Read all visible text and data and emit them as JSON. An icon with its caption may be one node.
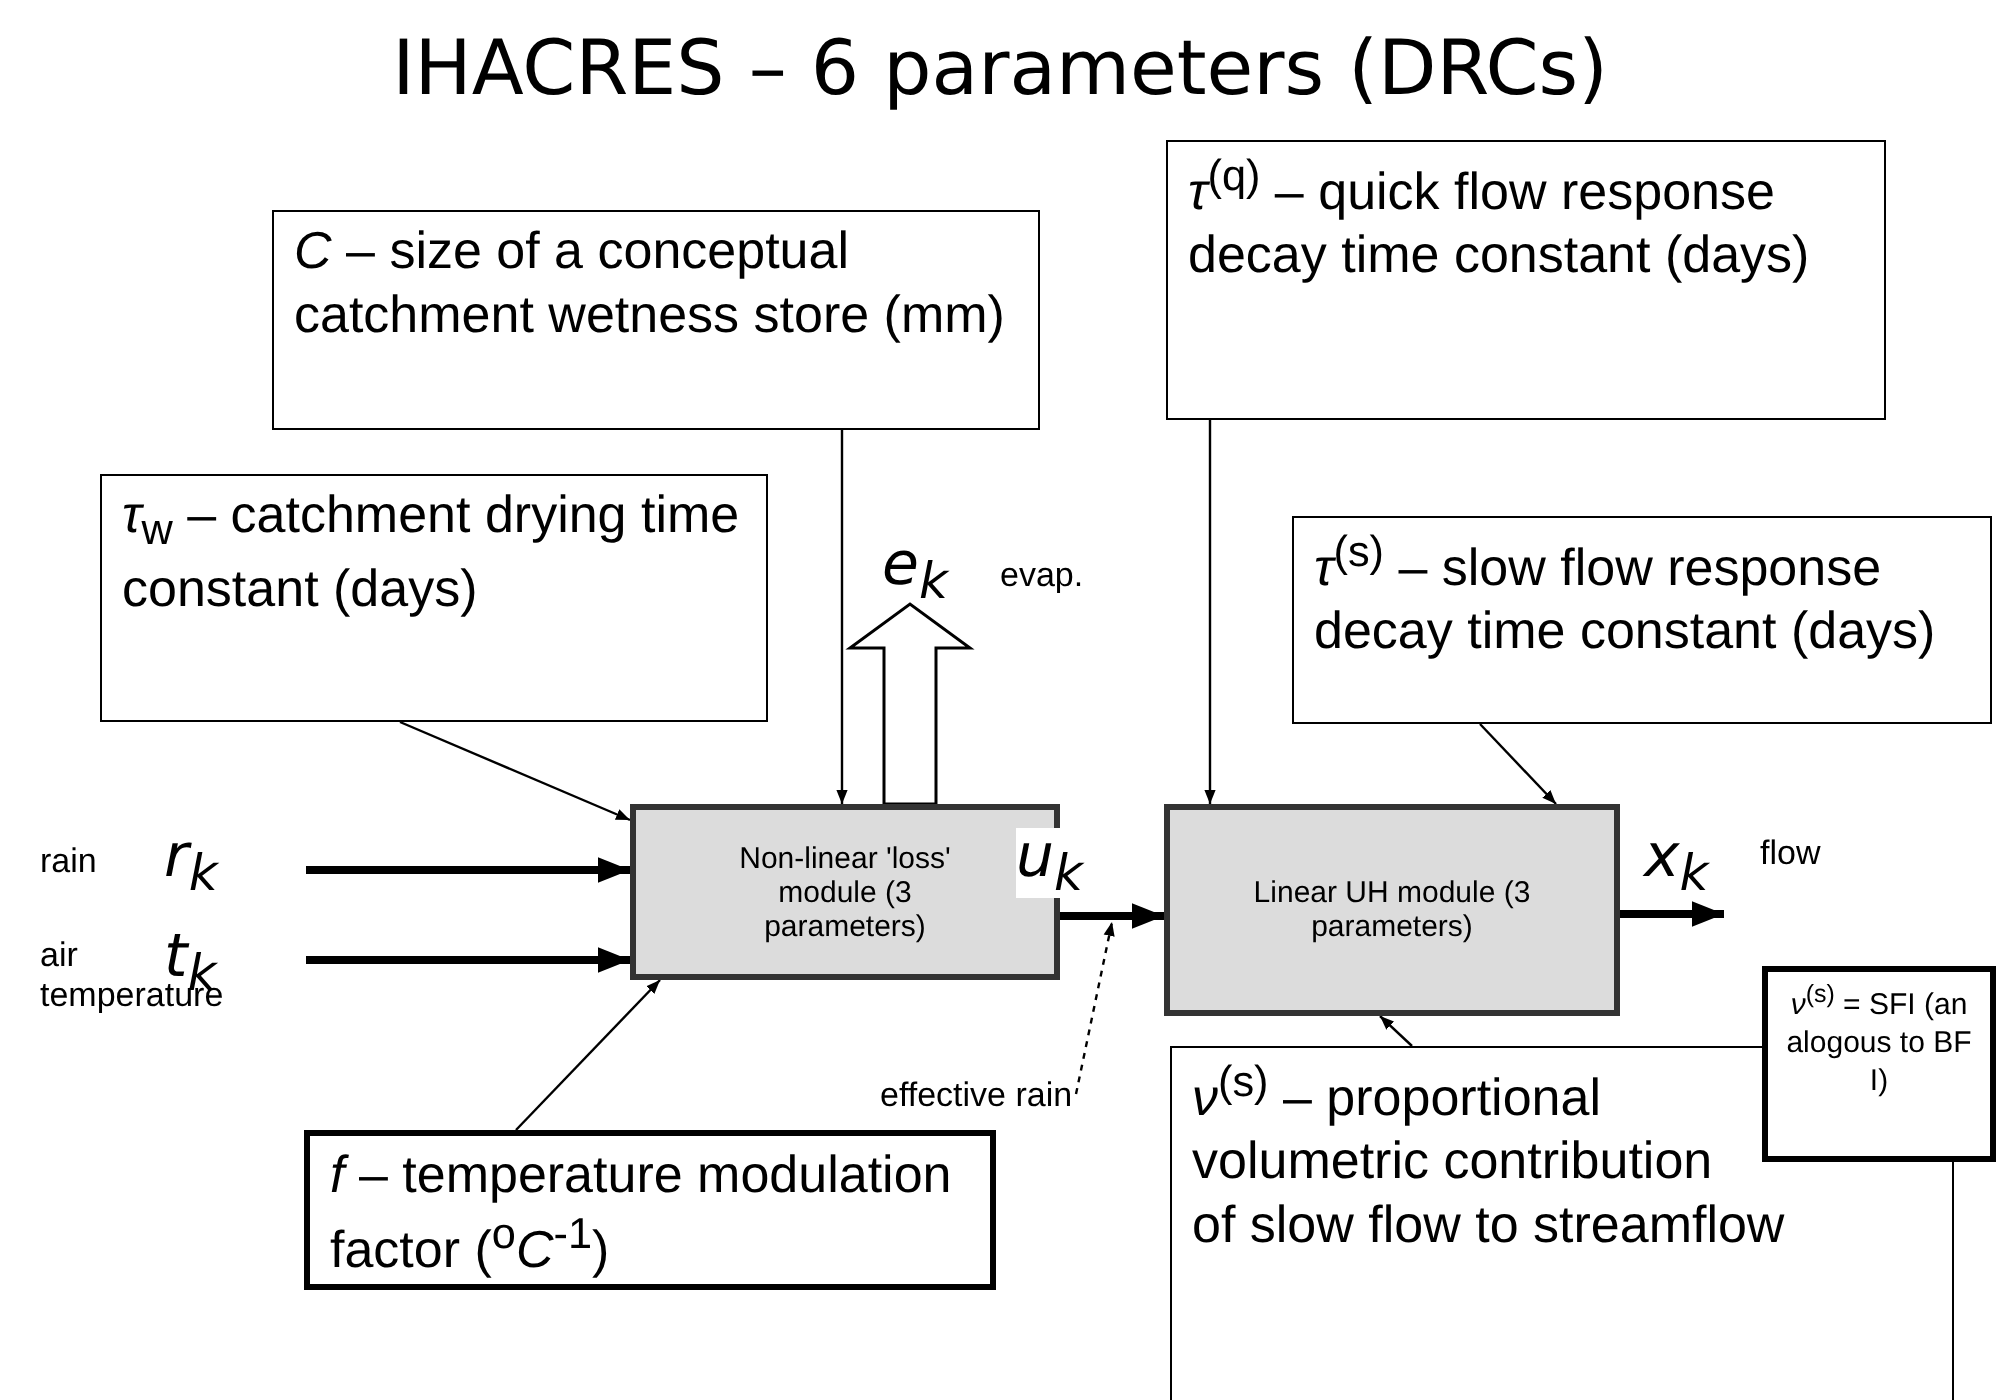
{
  "diagram": {
    "title": "IHACRES – 6 parameters (DRCs)",
    "nodes": [
      {
        "text": [
          "*C* – size of a conceptual catchment wetness store (mm)"
        ]
      },
      {
        "text": [
          "*τ*$^{(q)}$ – quick flow response decay time constant (days)"
        ]
      },
      {
        "text": [
          "*τ*$_{w}$ – catchment drying time constant (days)"
        ]
      },
      {
        "text": [
          "*τ*$^{(s)}$ – slow flow response decay time constant (days)"
        ]
      },
      {
        "text": [
          "Non-linear 'loss' module (3 parameters)"
        ]
      },
      {
        "text": [
          "Linear UH module (3 parameters)"
        ]
      },
      {
        "text": [
          "*f* – temperature modulation factor ($^{o}$*C*$^{-1}$)"
        ]
      },
      {
        "text": [
          "*ν*$^{(s)}$ – proportional volumetric contribution of slow flow to streamflow"
        ]
      },
      {
        "text": [
          "*ν*$^{(s)}$ = SFI (analogous to BFI)"
        ]
      },
      {
        "text": [
          "rain",
          "r$_{k}$"
        ]
      },
      {
        "text": [
          "air temperature",
          "t$_{k}$"
        ]
      },
      {
        "text": [
          "e$_{k}$",
          "evap."
        ]
      },
      {
        "text": [
          "flow"
        ]
      },
      {
        "text": [
          "effective rain"
        ]
      }
    ],
    "edges": [
      {
        "from": 9,
        "to": 4,
        "arrow": "to",
        "style": "thick"
      },
      {
        "from": 10,
        "to": 4,
        "arrow": "to",
        "style": "thick"
      },
      {
        "from": 4,
        "to": 11,
        "arrow": "to",
        "style": "thick"
      },
      {
        "from": 4,
        "to": 5,
        "arrow": "to",
        "style": "thick",
        "label": "u$_{k}$"
      },
      {
        "from": 5,
        "to": 12,
        "arrow": "to",
        "style": "thick",
        "label": "x$_{k}$"
      },
      {
        "from": 13,
        "to": null,
        "arrow": "to",
        "style": "dashed"
      },
      {
        "from": 0,
        "to": 4,
        "arrow": "to"
      },
      {
        "from": 2,
        "to": 4,
        "arrow": "to"
      },
      {
        "from": 6,
        "to": 4,
        "arrow": "to"
      },
      {
        "from": 1,
        "to": 5,
        "arrow": "to"
      },
      {
        "from": 3,
        "to": 5,
        "arrow": "to"
      },
      {
        "from": 7,
        "to": 5,
        "arrow": "to"
      }
    ]
  }
}
